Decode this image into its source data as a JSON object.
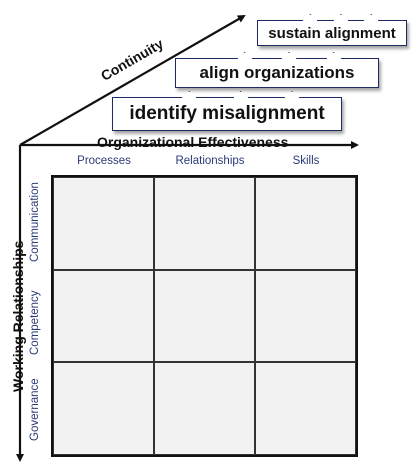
{
  "stages": [
    {
      "label": "sustain alignment"
    },
    {
      "label": "align organizations"
    },
    {
      "label": "identify misalignment"
    }
  ],
  "axes": {
    "continuity": "Continuity",
    "organizational_effectiveness": "Organizational Effectiveness",
    "working_relationships": "Working Relationships"
  },
  "columns": [
    "Processes",
    "Relationships",
    "Skills"
  ],
  "rows": [
    "Communication",
    "Competency",
    "Governance"
  ],
  "colors": {
    "text_blue": "#2a3b78",
    "box_border": "#1c2b63",
    "grid_fill": "#f2f2f2",
    "arrow": "#111111"
  }
}
